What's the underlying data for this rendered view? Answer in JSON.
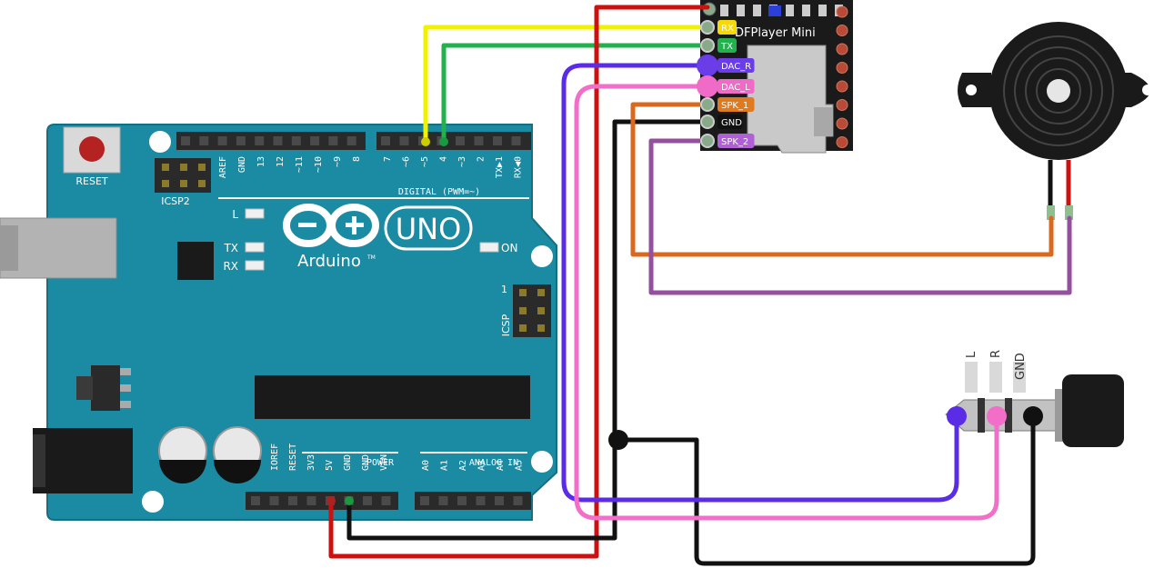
{
  "arduino": {
    "reset_label": "RESET",
    "icsp2_label": "ICSP2",
    "icsp_label": "ICSP",
    "icsp_pin1": "1",
    "brand": "Arduino",
    "tm": "TM",
    "model": "UNO",
    "on_label": "ON",
    "l_label": "L",
    "tx_label": "TX",
    "rx_label": "RX",
    "digital_label": "DIGITAL (PWM=~)",
    "power_label": "POWER",
    "analog_label": "ANALOG IN",
    "digital_pins_left": [
      "AREF",
      "GND",
      "13",
      "12",
      "~11",
      "~10",
      "~9",
      "8"
    ],
    "digital_pins_right": [
      "7",
      "~6",
      "~5",
      "4",
      "~3",
      "2",
      "TX▶1",
      "RX◀0"
    ],
    "power_pins": [
      "IOREF",
      "RESET",
      "3V3",
      "5V",
      "GND",
      "GND",
      "VIN"
    ],
    "analog_pins": [
      "A0",
      "A1",
      "A2",
      "A3",
      "A4",
      "A5"
    ]
  },
  "dfplayer": {
    "title": "DFPlayer Mini",
    "pins": [
      {
        "label": "RX",
        "color": "#f5d90a",
        "text_color": "#ffffff"
      },
      {
        "label": "TX",
        "color": "#22b14c",
        "text_color": "#ffffff"
      },
      {
        "label": "DAC_R",
        "color": "#6a3de8",
        "text_color": "#ffffff"
      },
      {
        "label": "DAC_L",
        "color": "#f06ac8",
        "text_color": "#ffffff"
      },
      {
        "label": "SPK_1",
        "color": "#e07a1f",
        "text_color": "#ffffff"
      },
      {
        "label": "GND",
        "color": "#111111",
        "text_color": "#ffffff"
      },
      {
        "label": "SPK_2",
        "color": "#b05fd6",
        "text_color": "#ffffff"
      }
    ]
  },
  "jack": {
    "labels": [
      "L",
      "R",
      "GND"
    ]
  },
  "colors": {
    "board": "#1b8aa3",
    "board_text": "#ffffff",
    "wire_red": "#cc1111",
    "wire_black": "#111111",
    "wire_yellow": "#f2f200",
    "wire_green": "#22b14c",
    "wire_purple": "#5b2ce6",
    "wire_pink": "#f26ec8",
    "wire_orange": "#d9691f",
    "wire_violet": "#94509e"
  }
}
